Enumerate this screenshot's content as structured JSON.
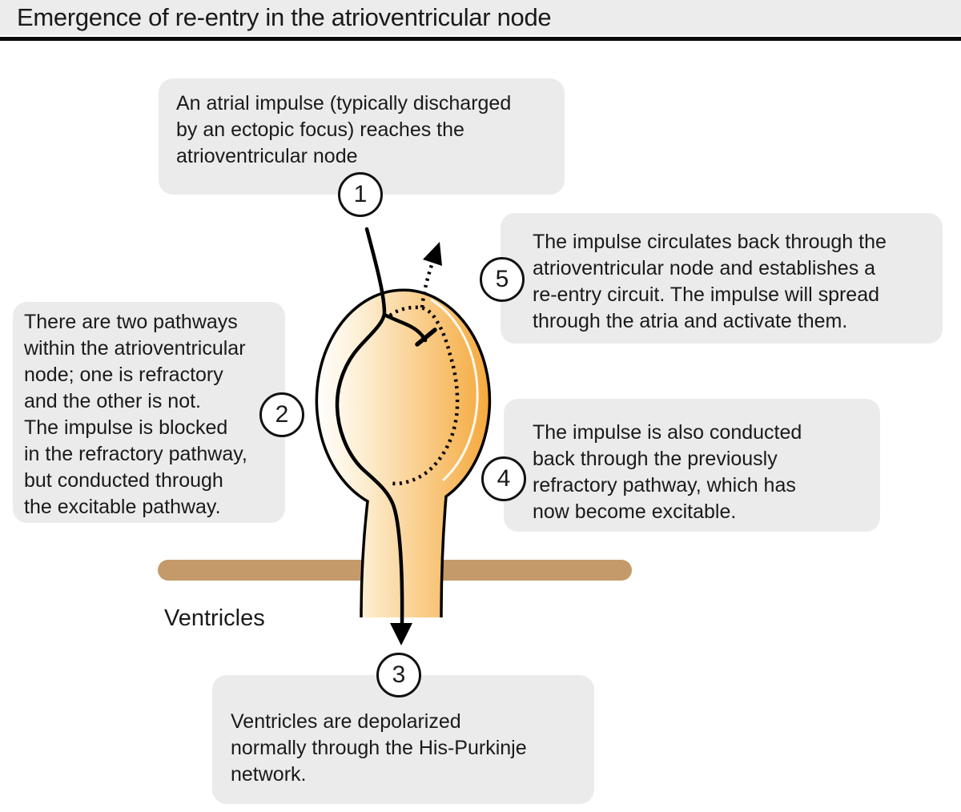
{
  "title": "Emergence of re-entry in the atrioventricular node",
  "diagram": {
    "ventricles_label": "Ventricles",
    "steps": [
      {
        "number": "1",
        "text": "An atrial impulse (typically discharged\nby an ectopic focus) reaches the\natrioventricular node"
      },
      {
        "number": "2",
        "text": "There are two pathways\nwithin the atrioventricular\nnode; one is refractory\nand the other is not.\nThe impulse is blocked\nin the refractory pathway,\nbut conducted through\nthe excitable pathway."
      },
      {
        "number": "3",
        "text": "Ventricles are depolarized\nnormally through the His-Purkinje\nnetwork."
      },
      {
        "number": "4",
        "text": "The impulse is also conducted\nback through the previously\nrefractory pathway, which has\nnow become excitable."
      },
      {
        "number": "5",
        "text": "The impulse circulates back through the\natrioventricular node and establishes a\nre-entry circuit. The impulse will spread\nthrough the atria and activate them."
      }
    ]
  },
  "colors": {
    "node_light": "#FFFFFF",
    "node_mid": "#F9CE8C",
    "node_orange": "#F5A93C",
    "stem_light": "#FCEFD8",
    "stem_dark": "#F7C07A",
    "ventricle_bar": "#C49A6A",
    "box_bg": "#EBEBEB",
    "title_bg": "#ECECEC",
    "outline": "#000000"
  }
}
